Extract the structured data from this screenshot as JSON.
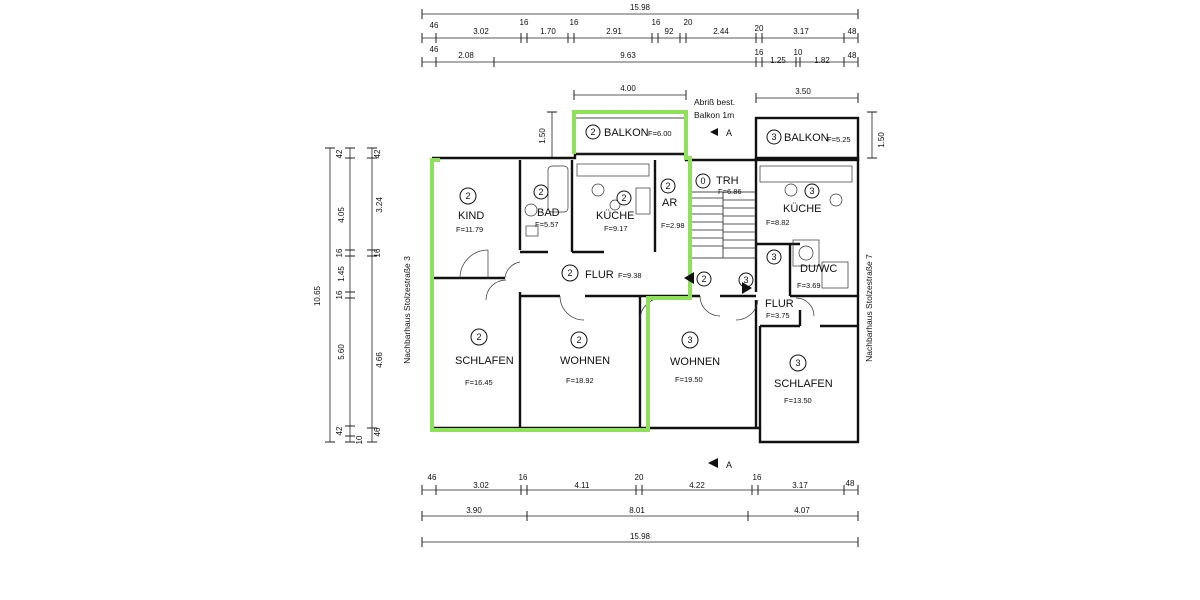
{
  "top_dims": {
    "row1": [
      "15.98"
    ],
    "row2": [
      "46",
      "3.02",
      "16",
      "1.70",
      "16",
      "2.91",
      "16",
      "92",
      "20",
      "2.44",
      "20",
      "3.17",
      "48"
    ],
    "row3": [
      "46",
      "2.08",
      "9.63",
      "16",
      "1.25",
      "10",
      "1.82",
      "48"
    ],
    "balcony_width_left": "4.00",
    "balcony_width_right": "3.50"
  },
  "bottom_dims": {
    "row1": [
      "46",
      "3.02",
      "16",
      "4.11",
      "20",
      "4.22",
      "16",
      "3.17",
      "48"
    ],
    "row2": [
      "3.90",
      "8.01",
      "4.07"
    ],
    "row3": [
      "15.98"
    ]
  },
  "left_dims": {
    "total": "10.65",
    "outer": [
      "42",
      "4.05",
      "16",
      "1.45",
      "16",
      "5.60",
      "42",
      "10"
    ],
    "inner": [
      "42",
      "3.24",
      "16",
      "4.66",
      "46"
    ]
  },
  "side_dims": {
    "left_balcony_depth": "1.50",
    "right_balcony_depth": "1.50"
  },
  "neighbors": {
    "left": "Nachbarhaus Stolzestraße 3",
    "right": "Nachbarhaus Stolzestraße 7"
  },
  "note": {
    "line1": "Abriß best.",
    "line2": "Balkon 1m"
  },
  "section_mark": "A",
  "rooms": [
    {
      "id": "kind",
      "unit": "2",
      "name": "KIND",
      "area": "F=11.79"
    },
    {
      "id": "bad",
      "unit": "2",
      "name": "BAD",
      "area": "F=5.57"
    },
    {
      "id": "kueche-left",
      "unit": "2",
      "name": "KÜCHE",
      "area": "F=9.17"
    },
    {
      "id": "ar",
      "unit": "2",
      "name": "AR",
      "area": "F=2.98"
    },
    {
      "id": "balkon-left",
      "unit": "2",
      "name": "BALKON",
      "area": "F=6.00"
    },
    {
      "id": "flur-left",
      "unit": "2",
      "name": "FLUR",
      "area": "F=9.38"
    },
    {
      "id": "schlafen-left",
      "unit": "2",
      "name": "SCHLAFEN",
      "area": "F=16.45"
    },
    {
      "id": "wohnen-left",
      "unit": "2",
      "name": "WOHNEN",
      "area": "F=18.92"
    },
    {
      "id": "trh",
      "unit": "0",
      "name": "TRH",
      "area": "F=6.86"
    },
    {
      "id": "balkon-right",
      "unit": "3",
      "name": "BALKON",
      "area": "F=5.25"
    },
    {
      "id": "kueche-right",
      "unit": "3",
      "name": "KÜCHE",
      "area": "F=8.82"
    },
    {
      "id": "du-wc",
      "unit": "3",
      "name": "DU/WC",
      "area": "F=3.69"
    },
    {
      "id": "flur-right",
      "unit": "3",
      "name": "FLUR",
      "area": "F=3.75"
    },
    {
      "id": "wohnen-right",
      "unit": "3",
      "name": "WOHNEN",
      "area": "F=19.50"
    },
    {
      "id": "schlafen-right",
      "unit": "3",
      "name": "SCHLAFEN",
      "area": "F=13.50"
    }
  ],
  "entry_markers": [
    "2",
    "3"
  ],
  "colors": {
    "highlight": "#8fe05a",
    "line": "#111111"
  }
}
